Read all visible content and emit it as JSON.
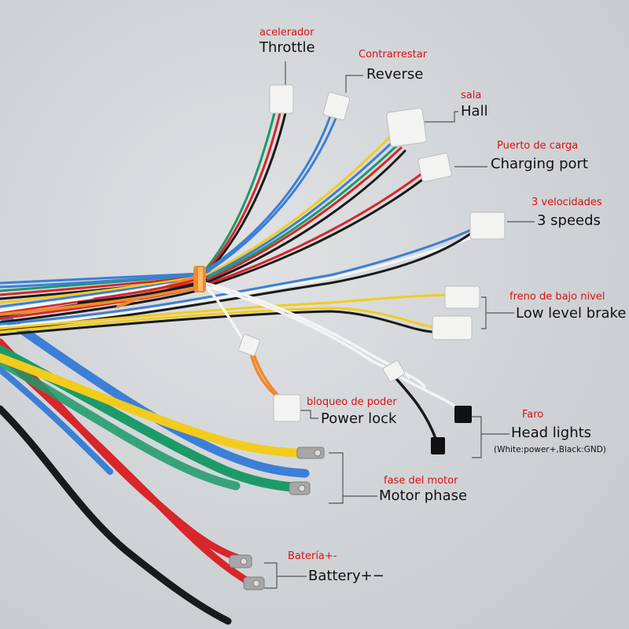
{
  "labels": {
    "throttle": {
      "es": "acelerador",
      "en": "Throttle"
    },
    "reverse": {
      "es": "Contrarrestar",
      "en": "Reverse"
    },
    "hall": {
      "es": "sala",
      "en": "Hall"
    },
    "charging": {
      "es": "Puerto de carga",
      "en": "Charging port"
    },
    "speeds": {
      "es": "3 velocidades",
      "en": "3 speeds"
    },
    "brake": {
      "es": "freno de bajo nivel",
      "en": "Low level brake"
    },
    "powerlock": {
      "es": "bloqueo de poder",
      "en": "Power lock"
    },
    "headlights": {
      "es": "Faro",
      "en": "Head lights",
      "note": "(White:power+,Black:GND)"
    },
    "motor": {
      "es": "fase del motor",
      "en": "Motor phase"
    },
    "battery": {
      "es": "Batería+-",
      "en": "Battery+−"
    }
  },
  "colors": {
    "label_es": "#d81212",
    "label_en": "#111111",
    "wire_red": "#d8262b",
    "wire_green": "#1c9a6a",
    "wire_blue": "#3c7fd6",
    "wire_yellow": "#f2cc1c",
    "wire_black": "#1a1a1a",
    "wire_orange": "#f08a2a",
    "wire_white": "#f4f4f4",
    "connector": "#f3f3f1"
  }
}
